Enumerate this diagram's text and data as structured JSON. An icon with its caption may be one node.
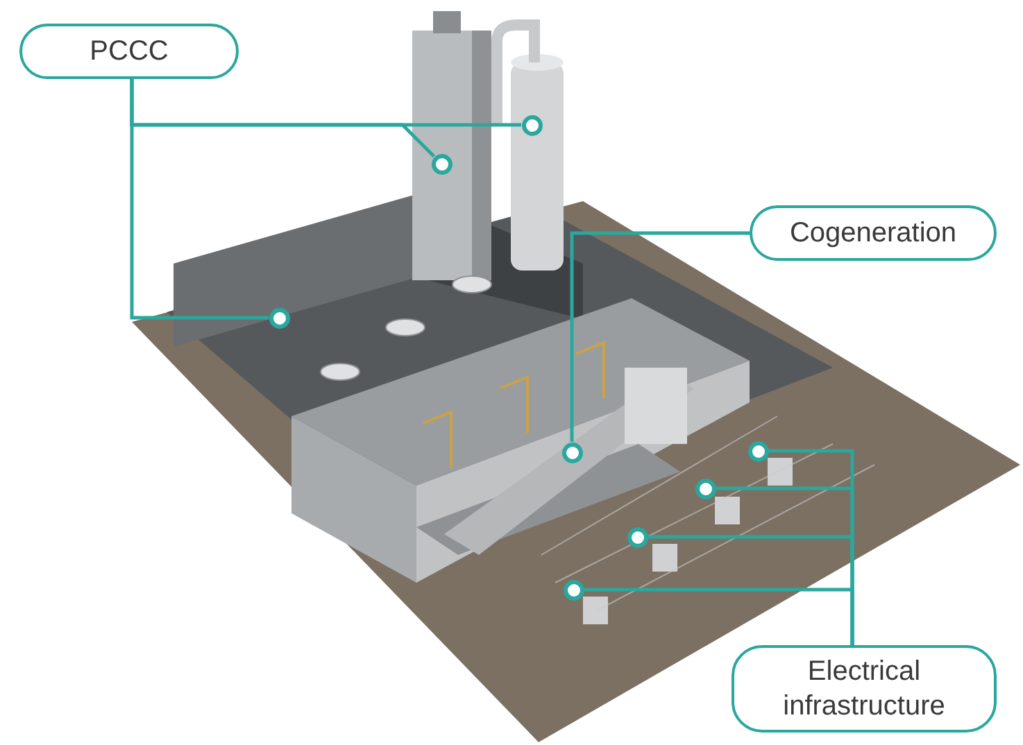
{
  "diagram": {
    "nodes": [
      {
        "text": [
          "PCCC"
        ]
      },
      {
        "text": [
          "Cogeneration"
        ]
      },
      {
        "text": [
          "Electrical infrastructure"
        ]
      },
      {
        "text": [],
        "shape": "circle"
      },
      {
        "text": [],
        "shape": "circle"
      },
      {
        "text": [],
        "shape": "circle"
      },
      {
        "text": [],
        "shape": "circle"
      },
      {
        "text": [],
        "shape": "circle"
      },
      {
        "text": [],
        "shape": "circle"
      },
      {
        "text": [],
        "shape": "circle"
      },
      {
        "text": [],
        "shape": "circle"
      }
    ],
    "edges": [
      {
        "from": 0,
        "to": 3,
        "arrow": "none"
      },
      {
        "from": 0,
        "to": 4,
        "arrow": "none"
      },
      {
        "from": 0,
        "to": 5,
        "arrow": "none"
      },
      {
        "from": 1,
        "to": 6,
        "arrow": "none"
      },
      {
        "from": 2,
        "to": 7,
        "arrow": "none"
      },
      {
        "from": 2,
        "to": 8,
        "arrow": "none"
      },
      {
        "from": 2,
        "to": 9,
        "arrow": "none"
      },
      {
        "from": 2,
        "to": 10,
        "arrow": "none"
      }
    ]
  }
}
